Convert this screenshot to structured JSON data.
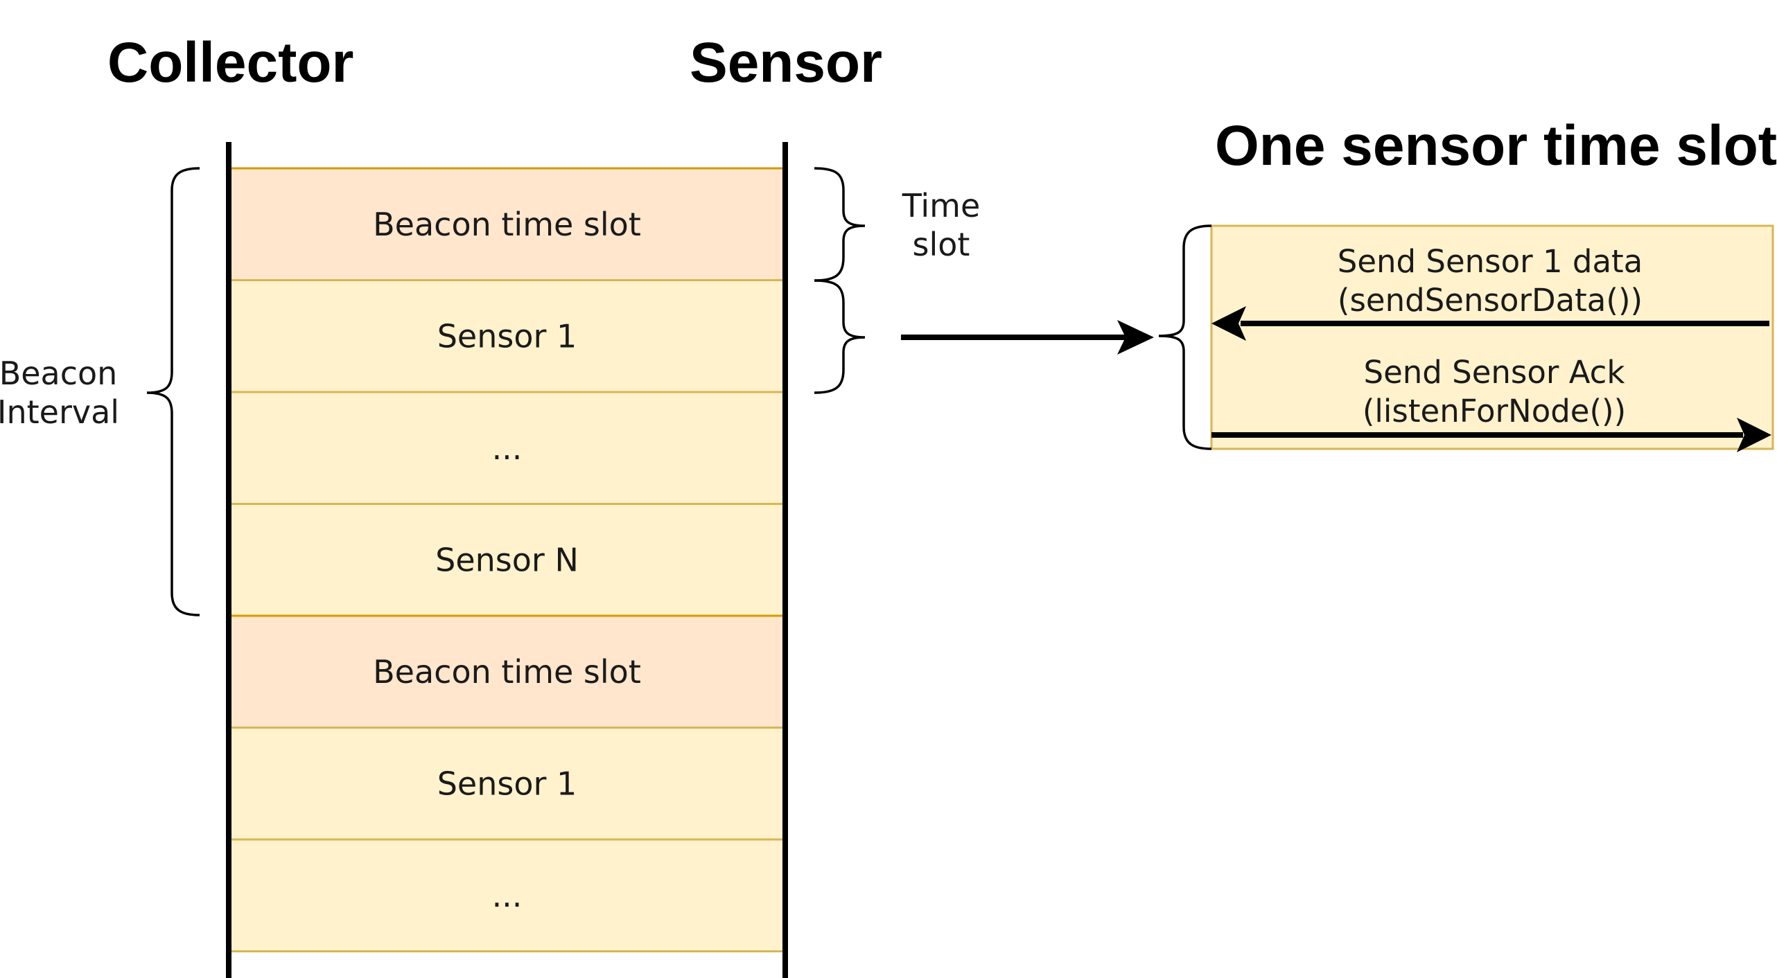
{
  "headings": {
    "collector": "Collector",
    "sensor": "Sensor",
    "detail": "One sensor time slot"
  },
  "slots": [
    {
      "label": "Beacon time slot",
      "kind": "beacon"
    },
    {
      "label": "Sensor 1",
      "kind": "sensor"
    },
    {
      "label": "...",
      "kind": "sensor"
    },
    {
      "label": "Sensor N",
      "kind": "sensor"
    },
    {
      "label": "Beacon time slot",
      "kind": "beacon"
    },
    {
      "label": "Sensor 1",
      "kind": "sensor"
    },
    {
      "label": "...",
      "kind": "sensor"
    }
  ],
  "annotations": {
    "beacon_interval": [
      "Beacon",
      "Interval"
    ],
    "time_slot": [
      "Time",
      "slot"
    ]
  },
  "detail_messages": [
    {
      "lines": [
        "Send Sensor 1 data",
        "(sendSensorData())"
      ],
      "direction": "to-collector"
    },
    {
      "lines": [
        "Send Sensor Ack",
        "(listenForNode())"
      ],
      "direction": "to-sensor"
    }
  ],
  "colors": {
    "beacon_fill": "#ffe6cc",
    "beacon_stroke": "#d79b00",
    "sensor_fill": "#fff2cc",
    "sensor_stroke": "#d6b656",
    "line": "#000000"
  }
}
